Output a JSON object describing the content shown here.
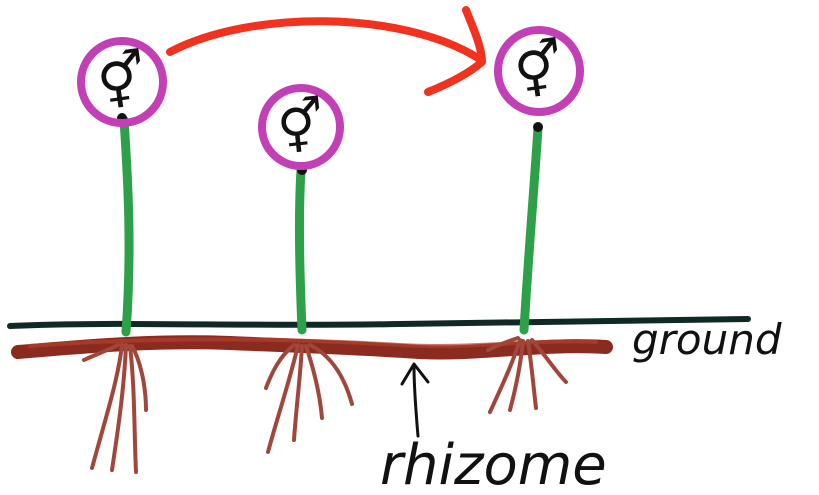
{
  "labels": {
    "ground": "ground",
    "rhizome": "rhizome"
  },
  "symbols": {
    "flower_symbol": "⚥",
    "flower_symbol_name": "hermaphrodite-symbol"
  },
  "plants": [
    {
      "name": "plant-1"
    },
    {
      "name": "plant-2"
    },
    {
      "name": "plant-3"
    }
  ],
  "colors": {
    "ground_line": "#0f2a26",
    "rhizome": "#8b2a1e",
    "roots": "#a0463a",
    "stem": "#2fa04a",
    "flower_ring": "#c23fb5",
    "arrow_red": "#f0321e",
    "symbol_ink": "#111111"
  }
}
